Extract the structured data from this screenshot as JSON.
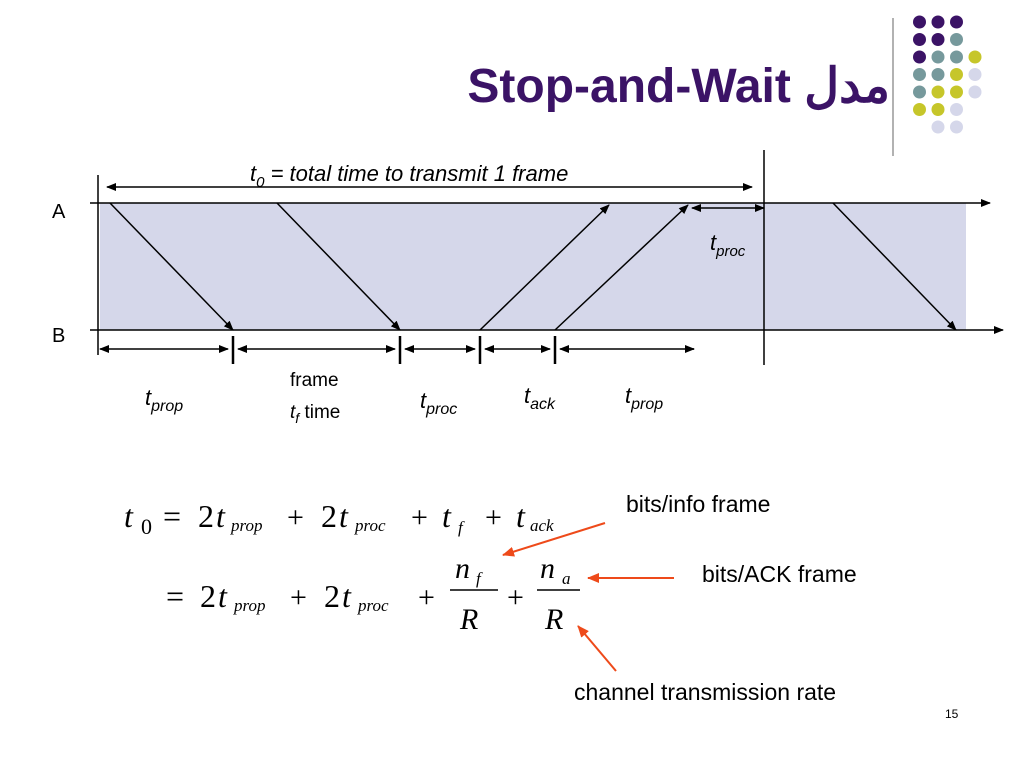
{
  "slide": {
    "title": "Stop-and-Wait مدل",
    "page_number": "15",
    "colors": {
      "title": "#3b1366",
      "band": "#d5d7ea",
      "dot_purple": "#3b1366",
      "dot_teal": "#76999c",
      "dot_yellow": "#c6c62a",
      "dot_lavender": "#d5d7ea",
      "callout_arrow": "#ee4a1a"
    }
  },
  "timeline": {
    "total_time": {
      "symbol": "t",
      "sub": "0",
      "text": " = total time to transmit 1 frame"
    },
    "station_a": "A",
    "station_b": "B",
    "t_proc_top": {
      "symbol": "t",
      "sub": "proc"
    },
    "segments": [
      {
        "symbol": "t",
        "sub": "prop"
      },
      {
        "line1": "frame",
        "line2_symbol": "t",
        "line2_sub": "f",
        "line2_text": " time"
      },
      {
        "symbol": "t",
        "sub": "proc"
      },
      {
        "symbol": "t",
        "sub": "ack"
      },
      {
        "symbol": "t",
        "sub": "prop"
      }
    ]
  },
  "formula": {
    "line1": {
      "lhs": "t",
      "lhs_sub": "0",
      "eq": "=",
      "terms": [
        {
          "coef": "2",
          "sym": "t",
          "sub": "prop"
        },
        {
          "coef": "2",
          "sym": "t",
          "sub": "proc"
        },
        {
          "coef": "",
          "sym": "t",
          "sub": "f"
        },
        {
          "coef": "",
          "sym": "t",
          "sub": "ack"
        }
      ],
      "plus": "+"
    },
    "line2": {
      "eq": "=",
      "terms": [
        {
          "coef": "2",
          "sym": "t",
          "sub": "prop"
        },
        {
          "coef": "2",
          "sym": "t",
          "sub": "proc"
        }
      ],
      "frac1": {
        "num": "n",
        "num_sub": "f",
        "den": "R"
      },
      "frac2": {
        "num": "n",
        "num_sub": "a",
        "den": "R"
      },
      "plus": "+"
    }
  },
  "callouts": {
    "info_frame": "bits/info frame",
    "ack_frame": "bits/ACK frame",
    "rate": "channel transmission rate"
  }
}
